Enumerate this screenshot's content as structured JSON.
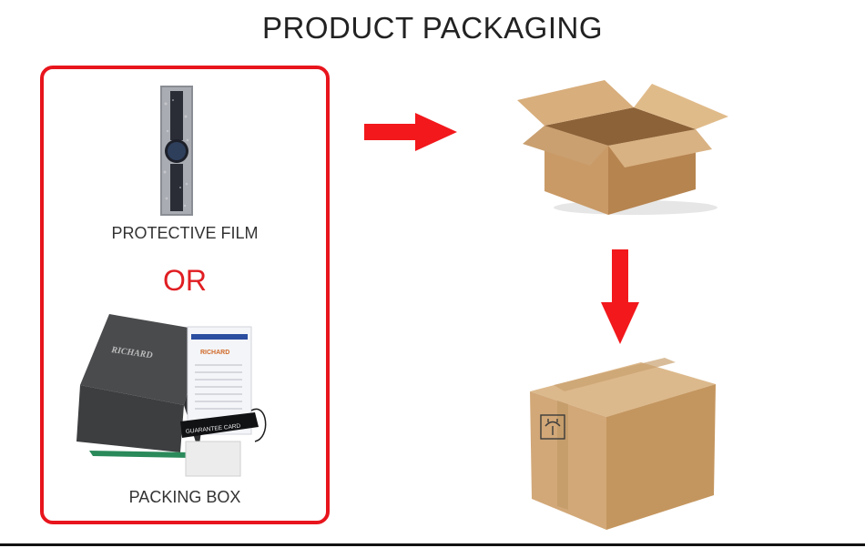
{
  "title": "PRODUCT PACKAGING",
  "options": {
    "film_label": "PROTECTIVE FILM",
    "or_label": "OR",
    "box_label": "PACKING BOX"
  },
  "box_print": {
    "brand": "RICHARD",
    "card_brand": "RICHARD",
    "tag_text": "GUARANTEE CARD"
  },
  "colors": {
    "accent_red": "#e8151d",
    "cardboard": "#d2a878"
  }
}
